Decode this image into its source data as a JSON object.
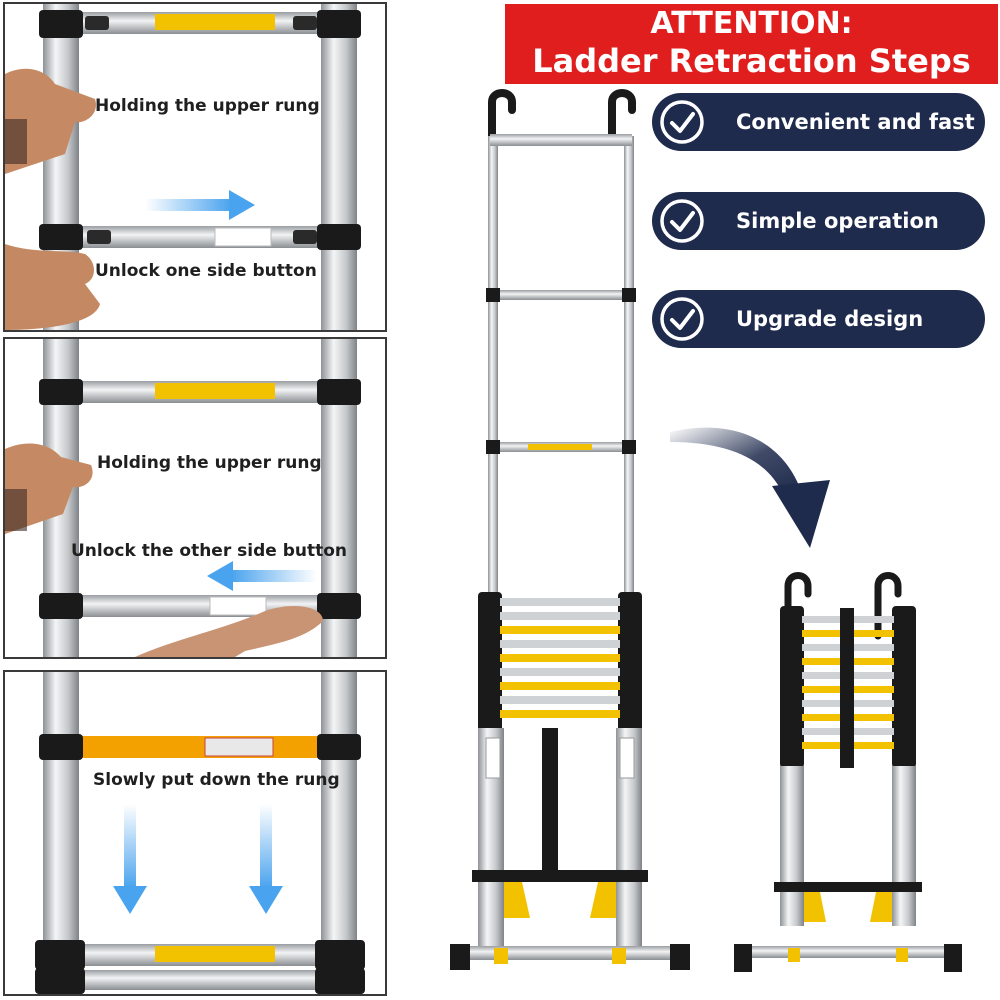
{
  "banner": {
    "line1": "ATTENTION:",
    "line2": "Ladder Retraction Steps"
  },
  "steps": [
    {
      "caption_top": "Holding the upper rung",
      "caption_bottom": "Unlock one side button"
    },
    {
      "caption_top": "Holding the upper rung",
      "caption_bottom": "Unlock the other side button"
    },
    {
      "caption_top": "Slowly put down the rung"
    }
  ],
  "features": [
    {
      "label": "Convenient and fast",
      "icon": "check-circle-icon"
    },
    {
      "label": "Simple operation",
      "icon": "check-circle-icon"
    },
    {
      "label": "Upgrade design",
      "icon": "check-circle-icon"
    }
  ],
  "colors": {
    "banner_red": "#e01e1e",
    "pill_navy": "#1f2b4d",
    "arrow_blue": "#4aa3ee",
    "ladder_yellow": "#f2c200",
    "cap_black": "#1a1a1a"
  }
}
